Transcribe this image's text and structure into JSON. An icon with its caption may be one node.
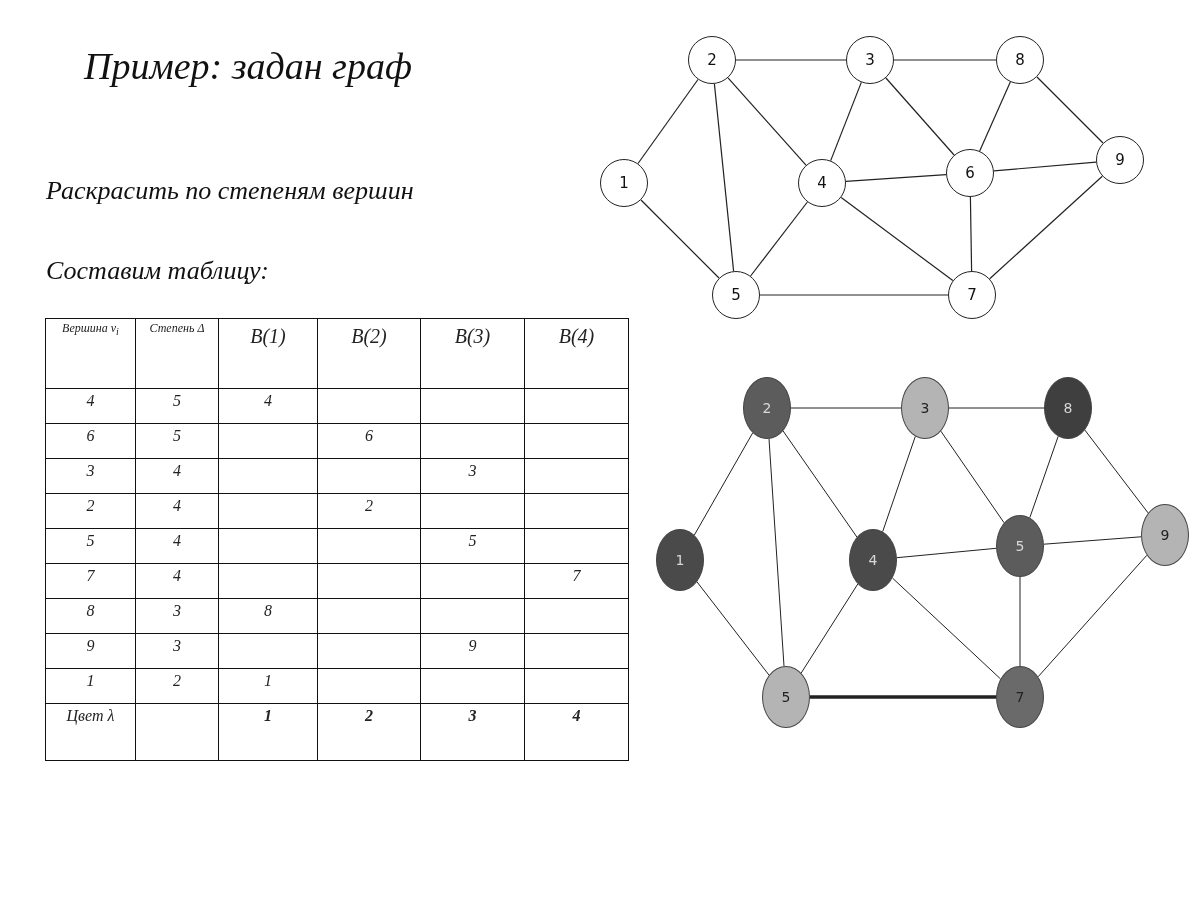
{
  "diagram": {
    "title": "Пример: задан граф",
    "nodes": [
      {
        "text": [
          "2"
        ]
      },
      {
        "text": [
          "3"
        ]
      },
      {
        "text": [
          "8"
        ]
      },
      {
        "text": [
          "1"
        ]
      },
      {
        "text": [
          "4"
        ]
      },
      {
        "text": [
          "6"
        ]
      },
      {
        "text": [
          "9"
        ]
      },
      {
        "text": [
          "5"
        ]
      },
      {
        "text": [
          "7"
        ]
      },
      {
        "text": [
          "2"
        ]
      },
      {
        "text": [
          "3"
        ]
      },
      {
        "text": [
          "8"
        ]
      },
      {
        "text": [
          "1"
        ]
      },
      {
        "text": [
          "4"
        ]
      },
      {
        "text": [
          "5"
        ]
      },
      {
        "text": [
          "9"
        ]
      },
      {
        "text": [
          "5"
        ]
      },
      {
        "text": [
          "7"
        ]
      }
    ],
    "edges": [
      {
        "from": 3,
        "to": 0,
        "arrow": "none"
      },
      {
        "from": 3,
        "to": 7,
        "arrow": "none"
      },
      {
        "from": 0,
        "to": 1,
        "arrow": "none"
      },
      {
        "from": 0,
        "to": 4,
        "arrow": "none"
      },
      {
        "from": 0,
        "to": 7,
        "arrow": "none"
      },
      {
        "from": 1,
        "to": 2,
        "arrow": "none"
      },
      {
        "from": 1,
        "to": 4,
        "arrow": "none"
      },
      {
        "from": 1,
        "to": 5,
        "arrow": "none"
      },
      {
        "from": 2,
        "to": 5,
        "arrow": "none"
      },
      {
        "from": 2,
        "to": 6,
        "arrow": "none"
      },
      {
        "from": 4,
        "to": 5,
        "arrow": "none"
      },
      {
        "from": 4,
        "to": 7,
        "arrow": "none"
      },
      {
        "from": 4,
        "to": 8,
        "arrow": "none"
      },
      {
        "from": 5,
        "to": 6,
        "arrow": "none"
      },
      {
        "from": 5,
        "to": 8,
        "arrow": "none"
      },
      {
        "from": 7,
        "to": 8,
        "arrow": "none"
      },
      {
        "from": 8,
        "to": 6,
        "arrow": "none"
      },
      {
        "from": 12,
        "to": 9,
        "arrow": "none"
      },
      {
        "from": 12,
        "to": 16,
        "arrow": "none"
      },
      {
        "from": 9,
        "to": 10,
        "arrow": "none"
      },
      {
        "from": 9,
        "to": 13,
        "arrow": "none"
      },
      {
        "from": 9,
        "to": 16,
        "arrow": "none"
      },
      {
        "from": 10,
        "to": 11,
        "arrow": "none"
      },
      {
        "from": 10,
        "to": 13,
        "arrow": "none"
      },
      {
        "from": 10,
        "to": 14,
        "arrow": "none"
      },
      {
        "from": 11,
        "to": 14,
        "arrow": "none"
      },
      {
        "from": 11,
        "to": 15,
        "arrow": "none"
      },
      {
        "from": 13,
        "to": 14,
        "arrow": "none"
      },
      {
        "from": 13,
        "to": 16,
        "arrow": "none"
      },
      {
        "from": 13,
        "to": 17,
        "arrow": "none"
      },
      {
        "from": 14,
        "to": 15,
        "arrow": "none"
      },
      {
        "from": 14,
        "to": 17,
        "arrow": "none"
      },
      {
        "from": 16,
        "to": 17,
        "arrow": "none",
        "style": "thick"
      },
      {
        "from": 17,
        "to": 15,
        "arrow": "none"
      }
    ],
    "labels": [
      "Раскрасить по степеням вершин",
      "Составим таблицу:",
      "Вершина v$_{i}$",
      "Степень Δ",
      "B(1)",
      "B(2)",
      "B(3)",
      "B(4)",
      "4",
      "5",
      "4",
      "6",
      "5",
      "6",
      "3",
      "4",
      "3",
      "2",
      "4",
      "2",
      "5",
      "4",
      "5",
      "7",
      "4",
      "7",
      "8",
      "3",
      "8",
      "9",
      "3",
      "9",
      "1",
      "2",
      "1",
      "Цвет λ",
      "1",
      "2",
      "3",
      "4"
    ]
  }
}
